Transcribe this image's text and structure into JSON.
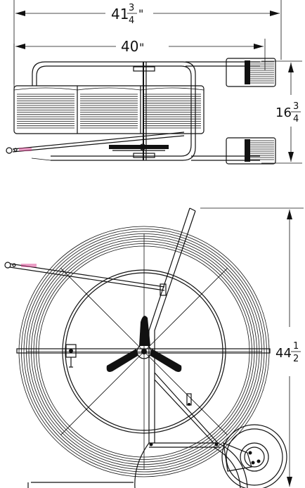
{
  "top_view": {
    "overall_length": {
      "whole": "41",
      "num": "3",
      "den": "4",
      "unit": "\""
    },
    "frame_length": {
      "whole": "40",
      "unit": "\""
    },
    "width": {
      "whole": "16",
      "num": "3",
      "den": "4"
    }
  },
  "side_view": {
    "height": {
      "whole": "44",
      "num": "1",
      "den": "2"
    }
  },
  "colors": {
    "line": "#111111",
    "background": "#ffffff",
    "accent": "#d94090"
  }
}
